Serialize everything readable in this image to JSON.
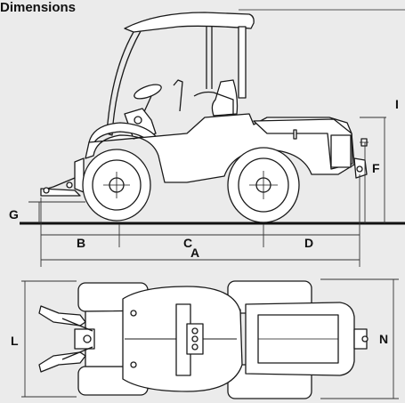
{
  "title": "Dimensions",
  "colors": {
    "background": "#ebebeb",
    "line": "#1a1a1a",
    "fill": "#ffffff",
    "ground": "#111111"
  },
  "labels": {
    "A": "A",
    "B": "B",
    "C": "C",
    "D": "D",
    "F": "F",
    "G": "G",
    "I": "I",
    "L": "L",
    "N": "N"
  },
  "views": {
    "side": "tractor-side-view",
    "top": "tractor-top-view"
  }
}
